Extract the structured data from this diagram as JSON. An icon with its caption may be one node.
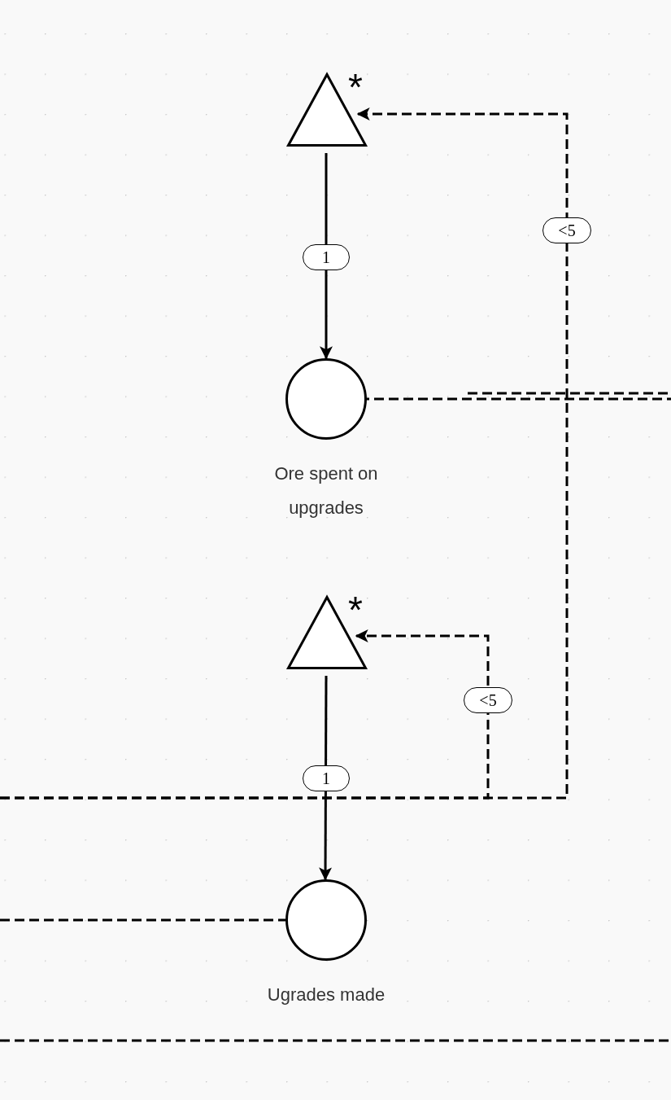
{
  "diagram": {
    "nodes": [
      {
        "text": [],
        "shape": "triangle",
        "beside": [
          "*"
        ]
      },
      {
        "text": [
          "Ore spent on upgrades"
        ]
      },
      {
        "text": [],
        "shape": "triangle",
        "beside": [
          "*"
        ]
      },
      {
        "text": [
          "Ugrades made"
        ]
      }
    ],
    "edges": [
      {
        "from": 0,
        "to": 1,
        "arrow": "to",
        "label": "1"
      },
      {
        "from": null,
        "to": 0,
        "arrow": "to",
        "label": "<5",
        "style": "dashed"
      },
      {
        "from": 1,
        "to": null,
        "arrow": "none",
        "style": "dashed"
      },
      {
        "from": 2,
        "to": 3,
        "arrow": "to",
        "label": "1"
      },
      {
        "from": null,
        "to": 2,
        "arrow": "to",
        "label": "<5",
        "style": "dashed"
      },
      {
        "from": null,
        "to": 3,
        "arrow": "none",
        "style": "dashed"
      }
    ]
  }
}
